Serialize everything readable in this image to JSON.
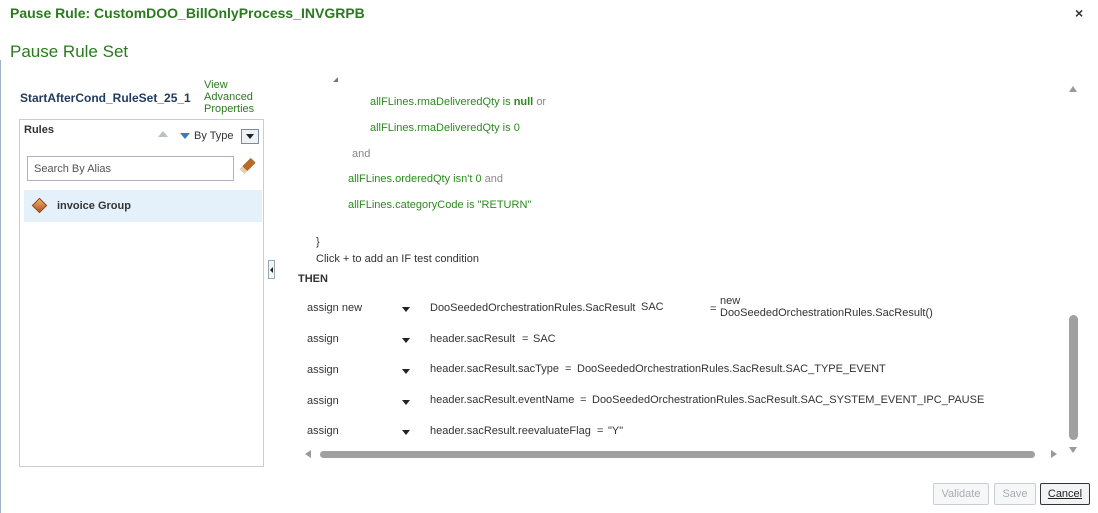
{
  "dialog": {
    "title": "Pause Rule: CustomDOO_BillOnlyProcess_INVGRPB",
    "close_symbol": "×"
  },
  "page_title": "Pause Rule Set",
  "ruleset": {
    "name": "StartAfterCond_RuleSet_25_1",
    "advanced_link": [
      "View",
      "Advanced",
      "Properties"
    ]
  },
  "rules_panel": {
    "header": "Rules",
    "sort_label": "By Type",
    "search_placeholder": "Search By Alias",
    "groups": [
      {
        "label": "invoice Group"
      }
    ]
  },
  "conditions": [
    {
      "text": "allFLines.rmaDeliveredQty",
      "op": "is",
      "value": "null",
      "connector": "or"
    },
    {
      "text": "allFLines.rmaDeliveredQty",
      "op": "is",
      "value": "0",
      "connector": ""
    },
    {
      "keyword": "and"
    },
    {
      "text": "allFLines.orderedQty",
      "op": "isn't",
      "value": "0",
      "connector": "and"
    },
    {
      "text": "allFLines.categoryCode",
      "op": "is",
      "value": "\"RETURN\"",
      "connector": ""
    }
  ],
  "closing_brace": "}",
  "add_condition_hint": "Click + to add an IF test condition",
  "then_label": "THEN",
  "actions": [
    {
      "verb": "assign new",
      "target": "DooSeededOrchestrationRules.SacResult",
      "alias": "SAC",
      "eq": "=",
      "value_lines": [
        "new",
        "DooSeededOrchestrationRules.SacResult()"
      ]
    },
    {
      "verb": "assign",
      "target": "header.sacResult",
      "eq": "=",
      "value": "SAC"
    },
    {
      "verb": "assign",
      "target": "header.sacResult.sacType",
      "eq": "=",
      "value": "DooSeededOrchestrationRules.SacResult.SAC_TYPE_EVENT"
    },
    {
      "verb": "assign",
      "target": "header.sacResult.eventName",
      "eq": "=",
      "value": "DooSeededOrchestrationRules.SacResult.SAC_SYSTEM_EVENT_IPC_PAUSE"
    },
    {
      "verb": "assign",
      "target": "header.sacResult.reevaluateFlag",
      "eq": "=",
      "value": "\"Y\""
    }
  ],
  "buttons": {
    "validate": "Validate",
    "save": "Save",
    "cancel": "Cancel"
  },
  "colors": {
    "accent_green": "#2b7a1e",
    "condition_green": "#2b8a1e",
    "selected_row": "#e4f1fb"
  }
}
